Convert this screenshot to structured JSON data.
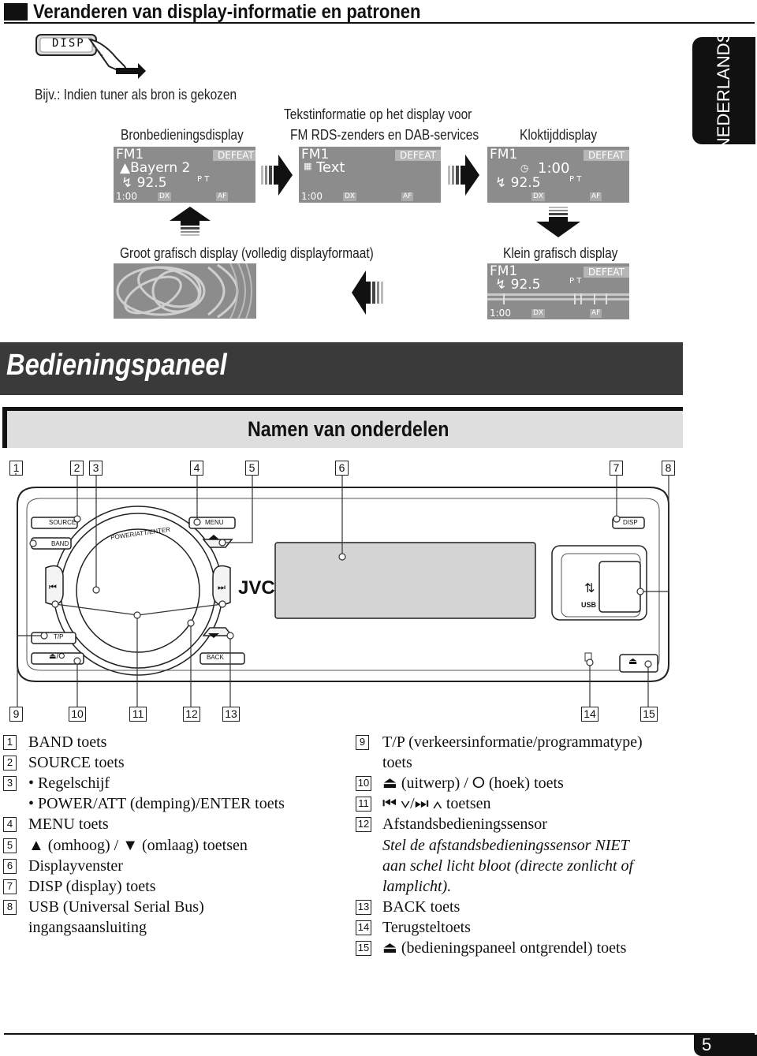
{
  "header": {
    "title": "Veranderen van display-informatie en patronen"
  },
  "side_tab": {
    "label": "NEDERLANDS"
  },
  "disp_button": {
    "label": "DISP"
  },
  "example": "Bijv.: Indien tuner als bron is gekozen",
  "captions": {
    "source_display": "Bronbedieningsdisplay",
    "text_info_1": "Tekstinformatie op het display voor",
    "text_info_2": "FM RDS-zenders en DAB-services",
    "clock_display": "Kloktijddisplay",
    "big_graphic": "Groot grafisch display (volledig displayformaat)",
    "small_graphic": "Klein grafisch display"
  },
  "lcd": {
    "band": "FM1",
    "defeat": "DEFEAT",
    "station": "Bayern 2",
    "freq": "92.5",
    "text": "Text",
    "clock": "1:00",
    "dx": "DX",
    "af": "AF",
    "pty": "P T"
  },
  "section": {
    "title": "Bedieningspaneel",
    "subtitle": "Namen van onderdelen"
  },
  "callouts_top": [
    "1",
    "2",
    "3",
    "4",
    "5",
    "6",
    "7",
    "8"
  ],
  "callouts_bottom": [
    "9",
    "10",
    "11",
    "12",
    "13",
    "14",
    "15"
  ],
  "panel": {
    "source": "SOURCE",
    "band": "BAND",
    "menu": "MENU",
    "disp": "DISP",
    "knob": "POWER/ATT/ENTER",
    "brand": "JVC",
    "usb": "USB",
    "tp": "T/P",
    "back": "BACK",
    "eject_angle": "⏏/⭘"
  },
  "legend_left": [
    {
      "n": "1",
      "text": "BAND toets"
    },
    {
      "n": "2",
      "text": "SOURCE toets"
    },
    {
      "n": "3",
      "text": "•  Regelschijf"
    },
    {
      "n": "",
      "text": "•  POWER/ATT (demping)/ENTER toets"
    },
    {
      "n": "4",
      "text": "MENU toets"
    },
    {
      "n": "5",
      "text": "▲ (omhoog) / ▼ (omlaag) toetsen"
    },
    {
      "n": "6",
      "text": "Displayvenster"
    },
    {
      "n": "7",
      "text": "DISP (display) toets"
    },
    {
      "n": "8",
      "text": "USB (Universal Serial Bus)"
    },
    {
      "n": "",
      "text": "ingangsaansluiting"
    }
  ],
  "legend_right": [
    {
      "n": "9",
      "text": "T/P (verkeersinformatie/programmatype)",
      "italic": false
    },
    {
      "n": "",
      "text": "toets",
      "italic": false
    },
    {
      "n": "10",
      "text": "⏏ (uitwerp) / ⭘ (hoek) toets",
      "italic": false
    },
    {
      "n": "11",
      "text": "⏮ ∨/⏭ ∧ toetsen",
      "italic": false
    },
    {
      "n": "12",
      "text": "Afstandsbedieningssensor",
      "italic": false
    },
    {
      "n": "",
      "text": "Stel de afstandsbedieningssensor NIET",
      "italic": true
    },
    {
      "n": "",
      "text": "aan schel licht bloot (directe zonlicht of",
      "italic": true
    },
    {
      "n": "",
      "text": "lamplicht).",
      "italic": true
    },
    {
      "n": "13",
      "text": "BACK toets",
      "italic": false
    },
    {
      "n": "14",
      "text": "Terugsteltoets",
      "italic": false
    },
    {
      "n": "15",
      "text": "⏏ (bedieningspaneel ontgrendel) toets",
      "italic": false
    }
  ],
  "page_number": "5"
}
